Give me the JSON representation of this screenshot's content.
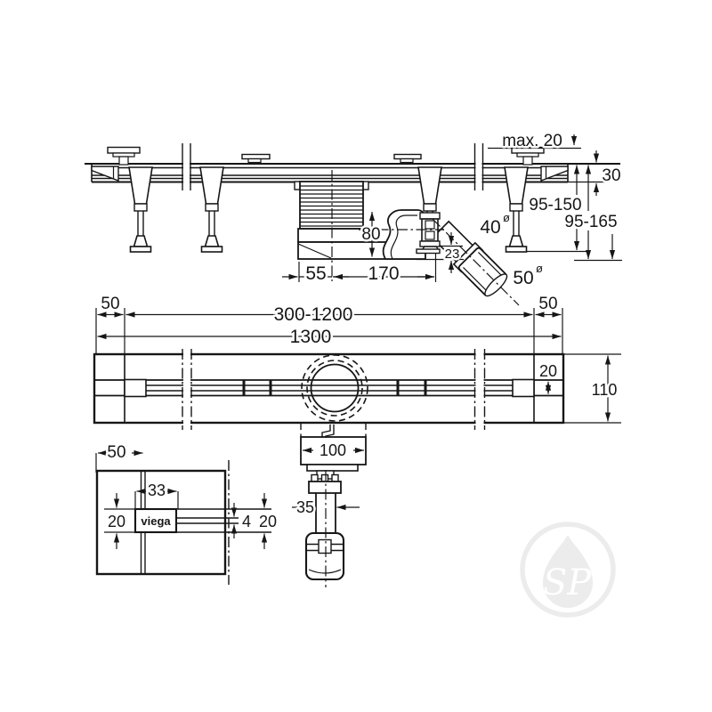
{
  "side_view": {
    "labels": {
      "max_screed": "max. 20",
      "height_30": "30",
      "range_95_150": "95-150",
      "range_95_165": "95-165",
      "trap_height_80": "80",
      "offset_23": "23",
      "offset_55": "55",
      "outlet_dist_170": "170",
      "pipe_dia_40": "40",
      "pipe_dia_40_sym": "ø",
      "outlet_dia_50": "50",
      "outlet_dia_50_sym": "ø"
    }
  },
  "plan_view": {
    "labels": {
      "end_left_50": "50",
      "length_range": "300-1200",
      "end_right_50": "50",
      "total_length": "1300",
      "grate_width_20": "20",
      "body_width_110": "110",
      "housing_width_100": "100",
      "pipe_width_35": "35"
    }
  },
  "detail_view": {
    "labels": {
      "edge_50": "50",
      "grate_width_33": "33",
      "frame_height_20_left": "20",
      "slot_4": "4",
      "frame_height_20_right": "20"
    },
    "logo": "viega"
  },
  "watermark": {
    "text": "SP"
  },
  "colors": {
    "line": "#161616",
    "background": "#ffffff",
    "watermark": "#ececec"
  }
}
